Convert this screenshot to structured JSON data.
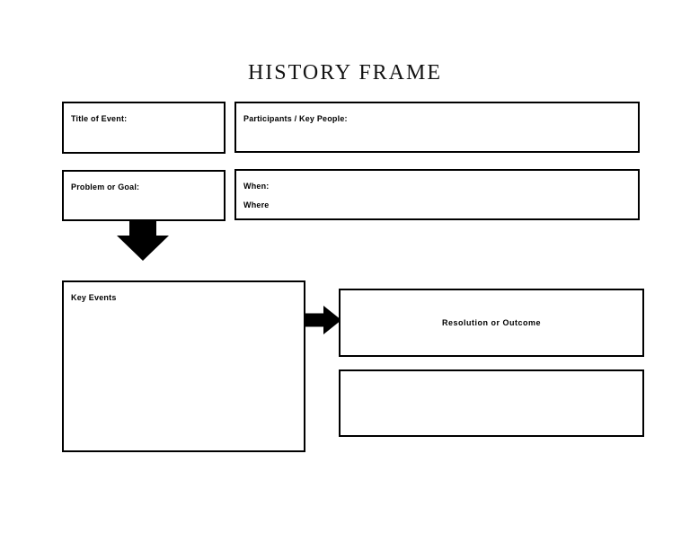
{
  "title": "HISTORY FRAME",
  "colors": {
    "ink": "#000000",
    "background": "#ffffff"
  },
  "boxes": {
    "title_of_event": {
      "label": "Title of Event:"
    },
    "participants": {
      "label": "Participants / Key People:"
    },
    "problem_or_goal": {
      "label": "Problem or Goal:"
    },
    "when_where": {
      "when_label": "When:",
      "where_label": "Where"
    },
    "key_events": {
      "label": "Key Events"
    },
    "resolution_or_outcome": {
      "label": "Resolution or Outcome"
    }
  },
  "icons": {
    "down_arrow": "down-arrow-icon",
    "right_arrow": "right-arrow-icon"
  }
}
